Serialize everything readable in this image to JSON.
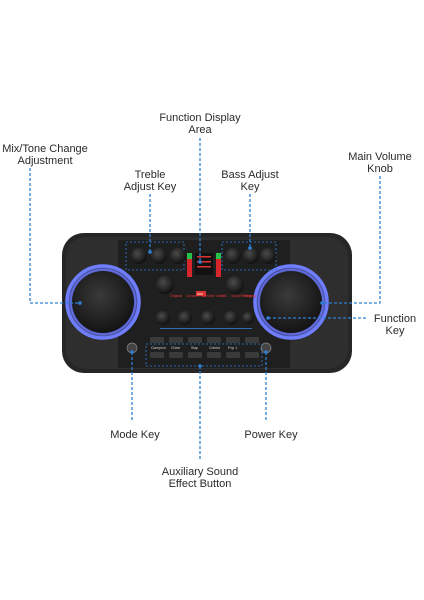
{
  "labels": {
    "function_display": [
      "Function Display",
      "Area"
    ],
    "mix_tone": [
      "Mix/Tone Change",
      "Adjustment"
    ],
    "treble": [
      "Treble",
      "Adjust Key"
    ],
    "bass": [
      "Bass Adjust",
      "Key"
    ],
    "main_volume": [
      "Main Volume",
      "Knob"
    ],
    "function_key": [
      "Function",
      "Key"
    ],
    "mode_key": "Mode Key",
    "power_key": "Power Key",
    "aux_sound": [
      "Auxiliary Sound",
      "Effect Button"
    ]
  },
  "device": {
    "print": {
      "original": "Original",
      "concert": "Concert Hall",
      "electro": "Electric Voice",
      "mc": "MC",
      "vocal": "Vocal Reverb",
      "singing": "Singing",
      "brand": "ooo"
    },
    "aux_buttons": [
      "Clamphol",
      "Cheer",
      "Slap",
      "Cdedol",
      "Pop 1",
      ""
    ]
  },
  "colors": {
    "leader": "#2f7fd3",
    "ring": "#5b6bff",
    "body": "#2b2b2b"
  }
}
